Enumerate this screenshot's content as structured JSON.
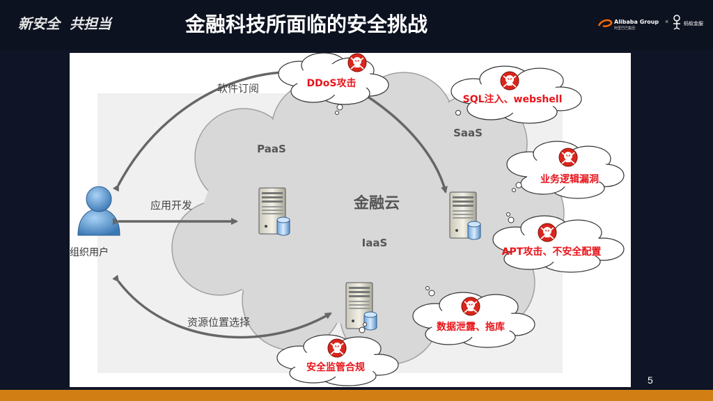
{
  "header": {
    "brand_left": "新安全",
    "brand_right": "共担当",
    "title": "金融科技所面临的安全挑战",
    "logo_alibaba": "Alibaba Group",
    "logo_alibaba_sub": "阿里巴巴集团",
    "logo_sep": "×",
    "logo_ant_sub": "蚂蚁金服"
  },
  "diagram": {
    "cloud_label": "金融云",
    "paas": "PaaS",
    "saas": "SaaS",
    "iaas": "IaaS",
    "user_label": "组织用户",
    "arrow_subscribe": "软件订阅",
    "arrow_develop": "应用开发",
    "arrow_location": "资源位置选择",
    "threats": [
      "DDoS攻击",
      "SQL注入、webshell",
      "业务逻辑漏洞",
      "APT攻击、不安全配置",
      "数据泄露、拖库",
      "安全监管合规"
    ]
  },
  "page_number": "5",
  "colors": {
    "background": "#0f1526",
    "threat_text": "#e8141b",
    "skull_circle": "#d9261c",
    "cloud_fill": "#d8d8d8",
    "bottom_bar": "#d17f14"
  }
}
